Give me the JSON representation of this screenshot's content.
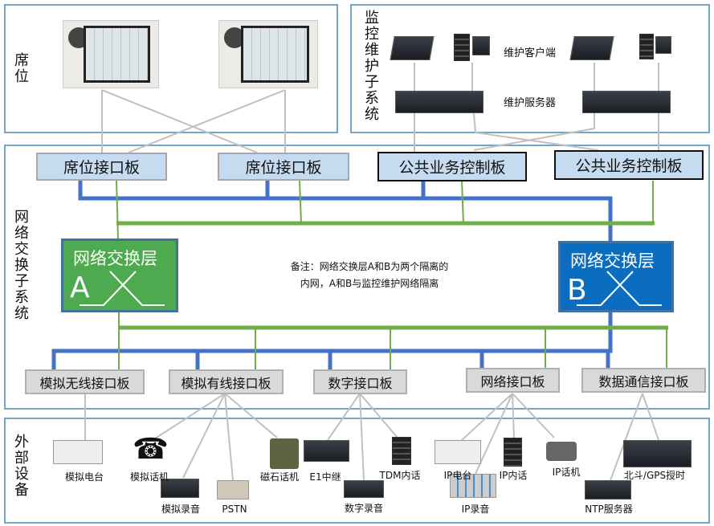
{
  "sections": {
    "seat": "席位",
    "monitor": "监控维护子系统",
    "network": "网络交换子系统",
    "external": "外部设备"
  },
  "monitor": {
    "client_label": "维护客户端",
    "server_label": "维护服务器"
  },
  "upper_boards": [
    "席位接口板",
    "席位接口板",
    "公共业务控制板",
    "公共业务控制板"
  ],
  "switch_a": {
    "title": "网络交换层",
    "letter": "A",
    "color": "#4eaa4e"
  },
  "switch_b": {
    "title": "网络交换层",
    "letter": "B",
    "color": "#0a6dc0"
  },
  "note": [
    "备注：网络交换层A和B为两个隔离的",
    "内网，A和B与监控维护网络隔离"
  ],
  "lower_boards": [
    "模拟无线接口板",
    "模拟有线接口板",
    "数字接口板",
    "网络接口板",
    "数据通信接口板"
  ],
  "devices": [
    "模拟电台",
    "模拟话机",
    "模拟录音",
    "PSTN",
    "磁石话机",
    "E1中继",
    "TDM内话",
    "数字录音",
    "IP电台",
    "IP内话",
    "IP话机",
    "IP录音",
    "北斗/GPS授时",
    "NTP服务器"
  ],
  "colors": {
    "bus_a": "#70ad47",
    "bus_b": "#4472c4",
    "panel_border": "#6fa6c9"
  }
}
